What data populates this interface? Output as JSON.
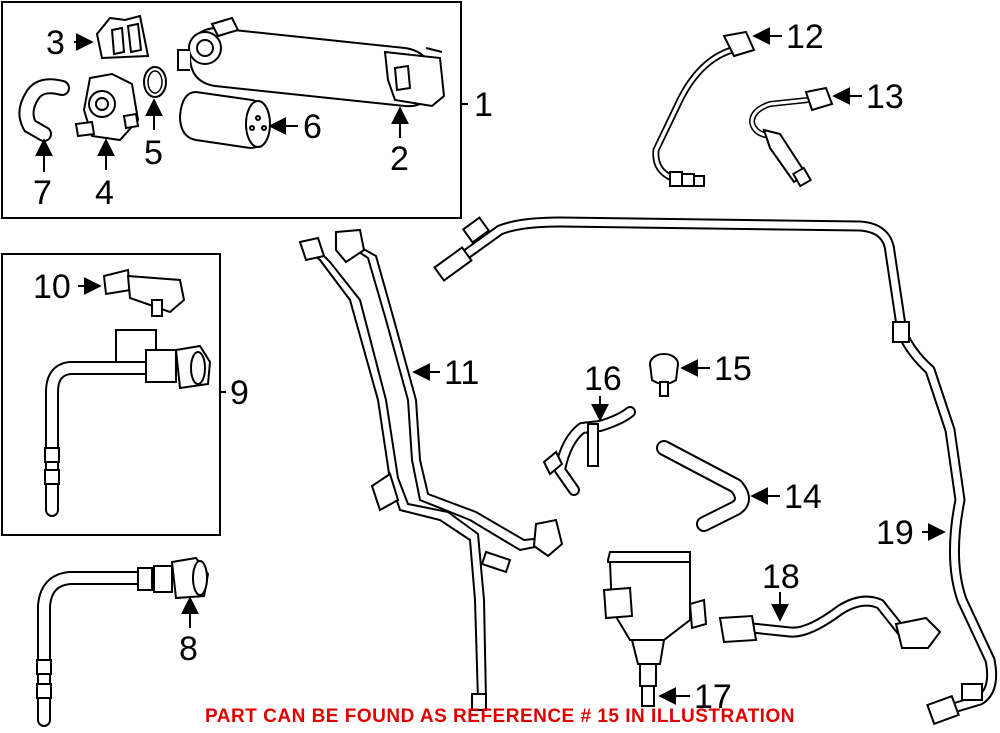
{
  "callouts": {
    "c1": "1",
    "c2": "2",
    "c3": "3",
    "c4": "4",
    "c5": "5",
    "c6": "6",
    "c7": "7",
    "c8": "8",
    "c9": "9",
    "c10": "10",
    "c11": "11",
    "c12": "12",
    "c13": "13",
    "c14": "14",
    "c15": "15",
    "c16": "16",
    "c17": "17",
    "c18": "18",
    "c19": "19"
  },
  "footer_note": "PART CAN BE FOUND AS REFERENCE # 15 IN ILLUSTRATION",
  "colors": {
    "line": "#000000",
    "note": "#e00000",
    "background": "#ffffff"
  }
}
